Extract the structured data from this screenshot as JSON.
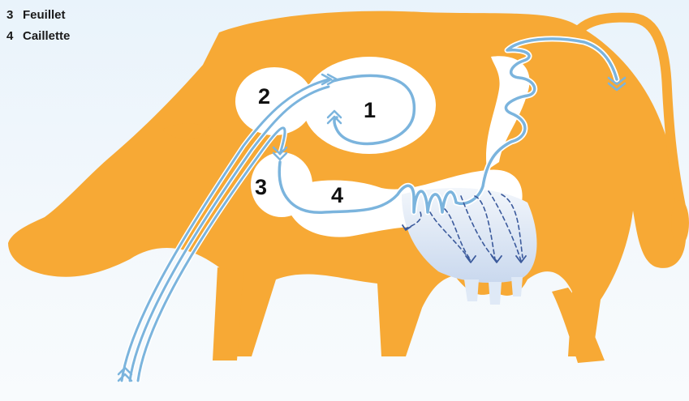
{
  "legend": [
    {
      "number": "3",
      "label": "Feuillet"
    },
    {
      "number": "4",
      "label": "Caillette"
    }
  ],
  "organ_labels": [
    "1",
    "2",
    "3",
    "4"
  ],
  "colors": {
    "cow_body": "#f7a935",
    "digestive_path": "#7bb4dd",
    "path_highlight": "#ffffff",
    "absorption_arrows": "#3b5a9c",
    "udder_fill": "#dfe9f6",
    "background": "#eef6fc"
  },
  "icons": [
    "chevron-arrow-icon",
    "dashed-arrow-icon"
  ]
}
